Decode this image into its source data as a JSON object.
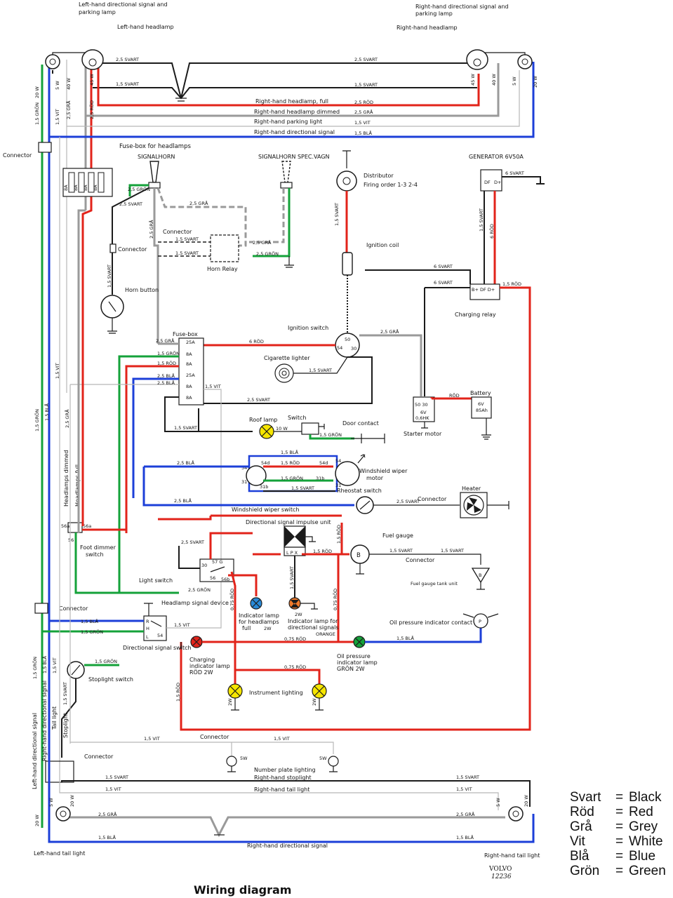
{
  "title": "Wiring diagram",
  "stamp": {
    "brand": "VOLVO",
    "number": "12236"
  },
  "legend": [
    {
      "sv": "Svart",
      "en": "Black"
    },
    {
      "sv": "Röd",
      "en": "Red"
    },
    {
      "sv": "Grå",
      "en": "Grey"
    },
    {
      "sv": "Vit",
      "en": "White"
    },
    {
      "sv": "Blå",
      "en": "Blue"
    },
    {
      "sv": "Grön",
      "en": "Green"
    }
  ],
  "legend_eq": "=",
  "colors": {
    "black": "#1b1b1b",
    "red": "#e2231a",
    "grey": "#9a9a9a",
    "white": "#ffffff",
    "blue": "#1c3fd8",
    "green": "#14a23a",
    "yellow": "#f6e600"
  },
  "components": {
    "lh_dir_signal_1": "Left-hand directional signal and",
    "lh_dir_signal_2": "parking lamp",
    "rh_dir_signal_1": "Right-hand directional signal and",
    "rh_dir_signal_2": "parking lamp",
    "lh_headlamp": "Left-hand headlamp",
    "rh_headlamp": "Right-hand headlamp",
    "connector_left": "Connector",
    "fusebox_headlamps": "Fuse-box for headlamps",
    "signalhorn": "SIGNALHORN",
    "signalhorn_spec": "SIGNALHORN SPEC.VAGN",
    "distributor": "Distributor",
    "firing_order": "Firing order 1-3 2-4",
    "generator": "GENERATOR 6V50A",
    "connector_horn": "Connector",
    "connector_mid": "Connector",
    "horn_relay": "Horn Relay",
    "ignition_coil": "Ignition coil",
    "horn_button": "Horn button",
    "charging_relay": "Charging relay",
    "ignition_switch": "Ignition switch",
    "fusebox": "Fuse-box",
    "cigarette_lighter": "Cigarette lighter",
    "battery": "Battery",
    "battery_spec_1": "6V",
    "battery_spec_2": "85Ah",
    "starter_motor": "Starter motor",
    "starter_spec_1": "6V",
    "starter_spec_2": "0,6HK",
    "roof_lamp": "Roof lamp",
    "switch": "Switch",
    "door_contact": "Door contact",
    "wiper_motor_1": "Windshield wiper",
    "wiper_motor_2": "motor",
    "rheostat_switch": "Rheostat switch",
    "connector_heater": "Connector",
    "heater": "Heater",
    "wiper_switch": "Windshield wiper switch",
    "impulse_unit": "Directional signal impulse unit",
    "fuel_gauge": "Fuel gauge",
    "connector_fuel": "Connector",
    "fuel_tank_unit": "Fuel gauge tank unit",
    "foot_dimmer_1": "Foot dimmer",
    "foot_dimmer_2": "switch",
    "light_switch": "Light switch",
    "headlamp_signal_device": "Headlamp signal device",
    "ind_headlamps_1": "Indicator lamp",
    "ind_headlamps_2": "for headlamps",
    "ind_headlamps_3": "full",
    "ind_headlamps_w": "2W",
    "ind_dir_1": "Indicator lamp for",
    "ind_dir_2": "directional signals",
    "ind_dir_3": "ORANGE",
    "ind_dir_w": "2W",
    "connector_lower": "Connector",
    "dir_signal_switch": "Directional signal switch",
    "oil_contact": "Oil pressure indicator contact",
    "charging_ind_1": "Charging",
    "charging_ind_2": "indicator lamp",
    "charging_ind_3": "RÖD 2W",
    "oil_ind_1": "Oil pressure",
    "oil_ind_2": "indicator lamp",
    "oil_ind_3": "GRÖN 2W",
    "stoplight_switch": "Stoplight switch",
    "instrument_lighting": "Instrument lighting",
    "connector_rear": "Connector",
    "connector_rear2": "Connector",
    "number_plate": "Number plate lighting",
    "rh_stoplight": "Right-hand stoplight",
    "rh_tail_light": "Right-hand tail light",
    "rh_dir_signal_rear": "Right-hand directional signal",
    "lh_tail_light": "Left-hand tail light",
    "rh_tail_light_b": "Right-hand tail light",
    "headlamps_dimmed": "Headlamps dimmed",
    "headlamps_full": "Headlamps full",
    "lh_directional_v": "Left-hand directional signal",
    "rh_directional_v": "Right-hand directional signal",
    "tail_light_v": "Tail light",
    "stoplight_v": "Stoplight"
  },
  "wire_labels": {
    "w_25svart_a": "2,5 SVART",
    "w_25svart_b": "2,5 SVART",
    "w_15svart_a": "1,5 SVART",
    "w_15svart_b": "1,5 SVART",
    "w_rh_full": "Right-hand headlamp, full",
    "w_rh_full_v": "2,5 RÖD",
    "w_rh_dim": "Right-hand headlamp dimmed",
    "w_rh_dim_v": "2,5 GRÅ",
    "w_rh_park": "Right-hand parking light",
    "w_rh_park_v": "1,5 VIT",
    "w_rh_dir": "Right-hand directional signal",
    "w_rh_dir_v": "1,5 BLÅ",
    "v_20w": "20 W",
    "v_15gron": "1,5 GRÖN",
    "v_5w": "5 W",
    "v_15vit": "1,5 VIT",
    "v_40w": "40 W",
    "v_25gra": "2,5 GRÅ",
    "v_45w": "45 W",
    "v_25rod": "2,5 RÖD",
    "fuse_8a": "8A",
    "fuse_25a": "25A",
    "w_25gron": "2,5 GRÖN",
    "w_25gra_h": "2,5 GRÅ",
    "w_25gra": "2,5 GRÅ",
    "w_25gron_h": "2,5 GRÖN",
    "w_6svart": "6 SVART",
    "w_6rod": "6 RÖD",
    "w_15rod": "1,5 RÖD",
    "w_15vit": "1,5 VIT",
    "w_25bla": "2,5 BLÅ",
    "w_15bla": "1,5 BLÅ",
    "w_15gron": "1,5 GRÖN",
    "w_rod": "RÖD",
    "w_10w": "10 W",
    "w_075rod": "0,75 RÖD",
    "w_2w": "2W",
    "w_5w": "5W"
  }
}
